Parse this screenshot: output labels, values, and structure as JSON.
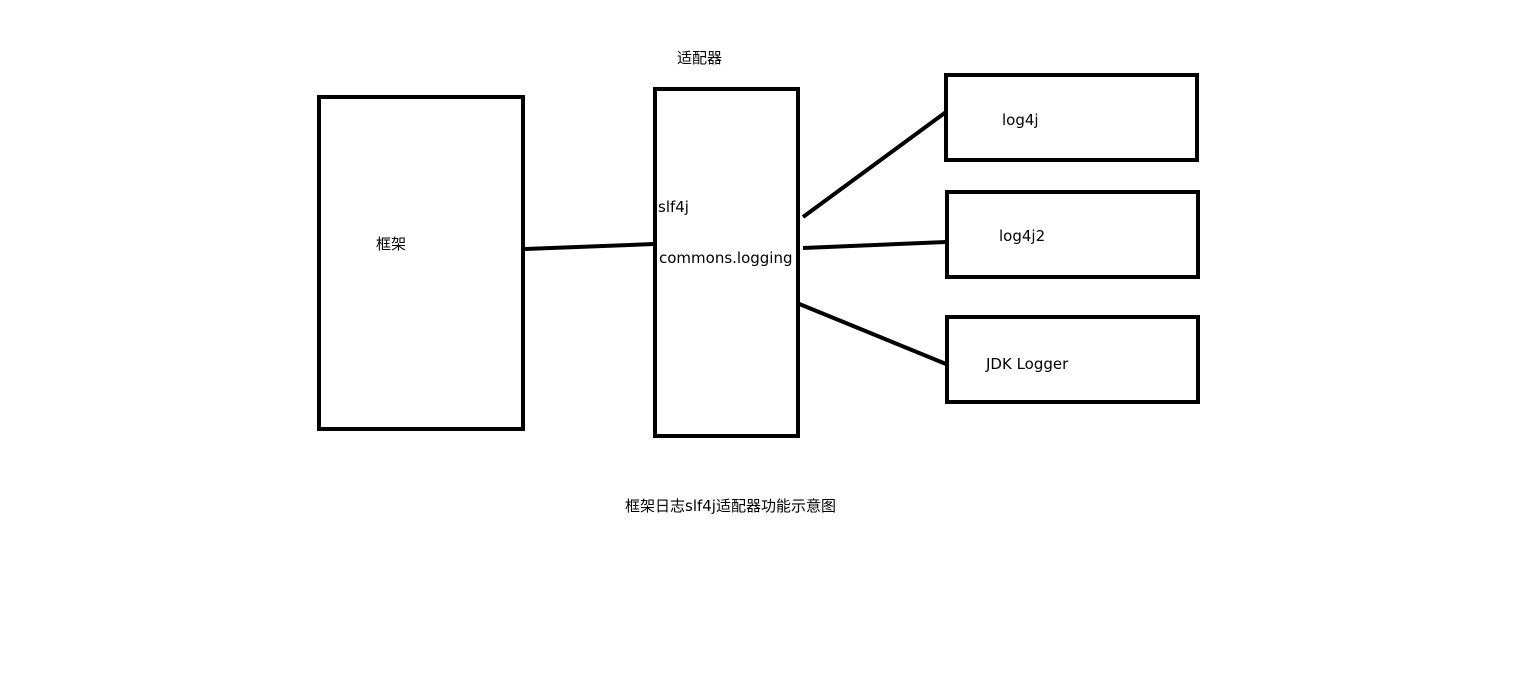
{
  "framework": {
    "label": "框架"
  },
  "adapter": {
    "title": "适配器",
    "items": [
      "slf4j",
      "commons.logging"
    ]
  },
  "implementations": [
    {
      "label": "log4j"
    },
    {
      "label": "log4j2"
    },
    {
      "label": "JDK Logger"
    }
  ],
  "caption": "框架日志slf4j适配器功能示意图"
}
